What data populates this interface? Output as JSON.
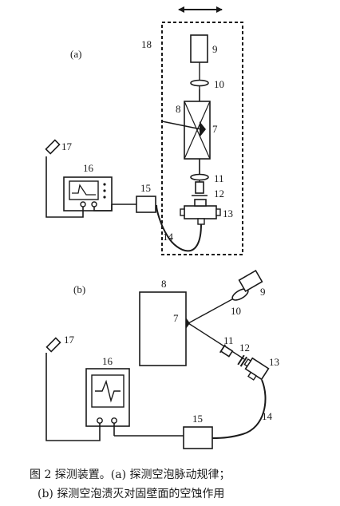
{
  "panels": {
    "a": {
      "tag": "(a)",
      "labels": {
        "n7": "7",
        "n8": "8",
        "n9": "9",
        "n10": "10",
        "n11": "11",
        "n12": "12",
        "n13": "13",
        "n14": "14",
        "n15": "15",
        "n16": "16",
        "n17": "17",
        "n18": "18"
      }
    },
    "b": {
      "tag": "(b)",
      "labels": {
        "n7": "7",
        "n8": "8",
        "n9": "9",
        "n10": "10",
        "n11": "11",
        "n12": "12",
        "n13": "13",
        "n14": "14",
        "n15": "15",
        "n16": "16",
        "n17": "17"
      }
    }
  },
  "caption": {
    "line1": "图 2  探测装置。(a) 探测空泡脉动规律；",
    "line2": "(b) 探测空泡溃灭对固壁面的空蚀作用"
  }
}
